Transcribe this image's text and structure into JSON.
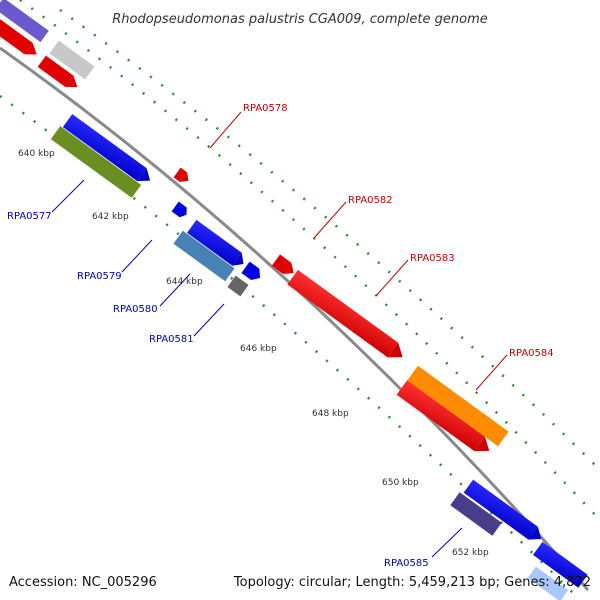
{
  "title": "Rhodopseudomonas palustris CGA009, complete genome",
  "footer": {
    "accession": "Accession: NC_005296",
    "summary": "Topology: circular; Length: 5,459,213 bp; Genes: 4,872"
  },
  "ticks": [
    "640 kbp",
    "642 kbp",
    "644 kbp",
    "646 kbp",
    "648 kbp",
    "650 kbp",
    "652 kbp"
  ],
  "genes": {
    "RPA0577": "RPA0577",
    "RPA0578": "RPA0578",
    "RPA0579": "RPA0579",
    "RPA0580": "RPA0580",
    "RPA0581": "RPA0581",
    "RPA0582": "RPA0582",
    "RPA0583": "RPA0583",
    "RPA0584": "RPA0584",
    "RPA0585": "RPA0585"
  },
  "colors": {
    "forward_label": "#cc0000",
    "reverse_label": "#0000cc",
    "tick_dots": "#2e8b2e",
    "backbone": "#888888"
  }
}
